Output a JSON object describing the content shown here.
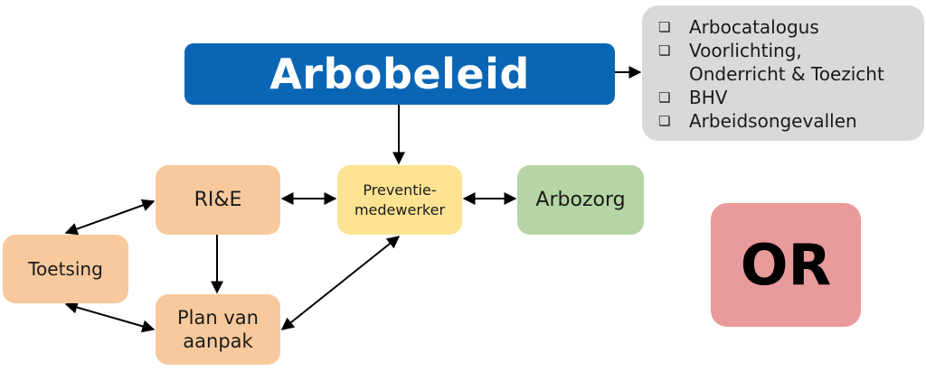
{
  "nodes": {
    "arbobeleid": "Arbobeleid",
    "rie": "RI&E",
    "preventiemedewerker": "Preventie-\nmedewerker",
    "arbozorg": "Arbozorg",
    "toetsing": "Toetsing",
    "plan_van_aanpak": "Plan van\naanpak",
    "or": "OR"
  },
  "checklist": {
    "items": [
      "Arbocatalogus",
      "Voorlichting,\nOnderricht & Toezicht",
      "BHV",
      "Arbeidsongevallen"
    ],
    "checkbox_icon": "checkbox-icon"
  },
  "colors": {
    "arbobeleid": "#0a66b5",
    "orange": "#f7c99c",
    "yellow": "#fde392",
    "green": "#b5d6a4",
    "red": "#e99a9a",
    "gray": "#d9d9d9"
  },
  "edges": [
    {
      "from": "arbobeleid",
      "to": "checklist",
      "direction": "forward"
    },
    {
      "from": "arbobeleid",
      "to": "preventiemedewerker",
      "direction": "forward"
    },
    {
      "from": "rie",
      "to": "preventiemedewerker",
      "direction": "both"
    },
    {
      "from": "preventiemedewerker",
      "to": "arbozorg",
      "direction": "both"
    },
    {
      "from": "toetsing",
      "to": "rie",
      "direction": "both"
    },
    {
      "from": "rie",
      "to": "plan_van_aanpak",
      "direction": "forward"
    },
    {
      "from": "toetsing",
      "to": "plan_van_aanpak",
      "direction": "both"
    },
    {
      "from": "plan_van_aanpak",
      "to": "preventiemedewerker",
      "direction": "both"
    }
  ]
}
